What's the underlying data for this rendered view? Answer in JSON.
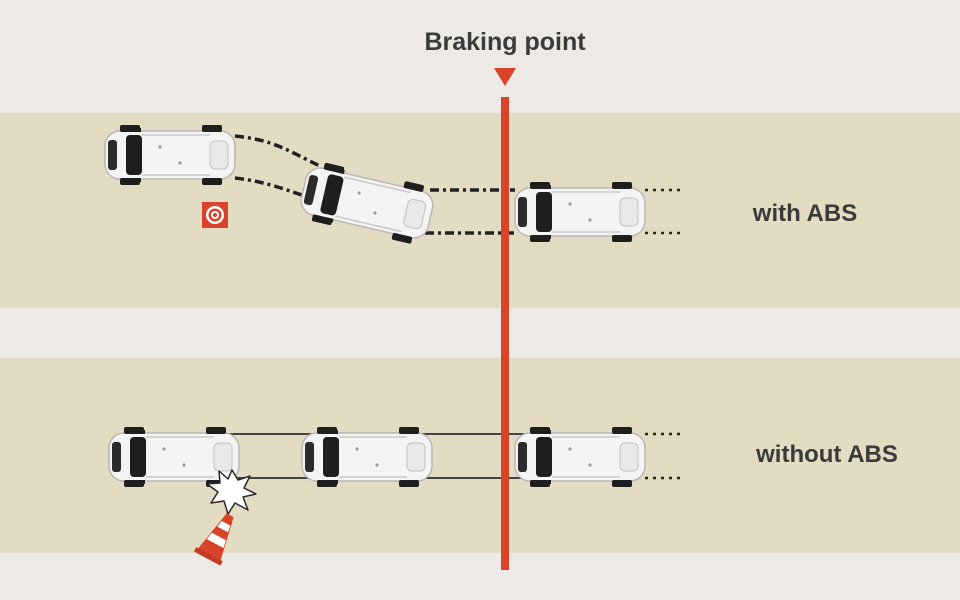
{
  "diagram": {
    "braking_point_label": "Braking point",
    "lanes": [
      {
        "id": "with-abs",
        "label": "with ABS"
      },
      {
        "id": "without-abs",
        "label": "without ABS"
      }
    ],
    "colors": {
      "background": "#ede9e4",
      "road": "#e4dcc2",
      "braking_line": "#d8432a",
      "car_body": "#f4f4f4",
      "car_dark": "#1e1e1e",
      "label_text": "#3a3a3a"
    },
    "icons": [
      "target-icon",
      "traffic-cone-icon",
      "collision-burst-icon",
      "braking-point-marker-icon"
    ]
  }
}
